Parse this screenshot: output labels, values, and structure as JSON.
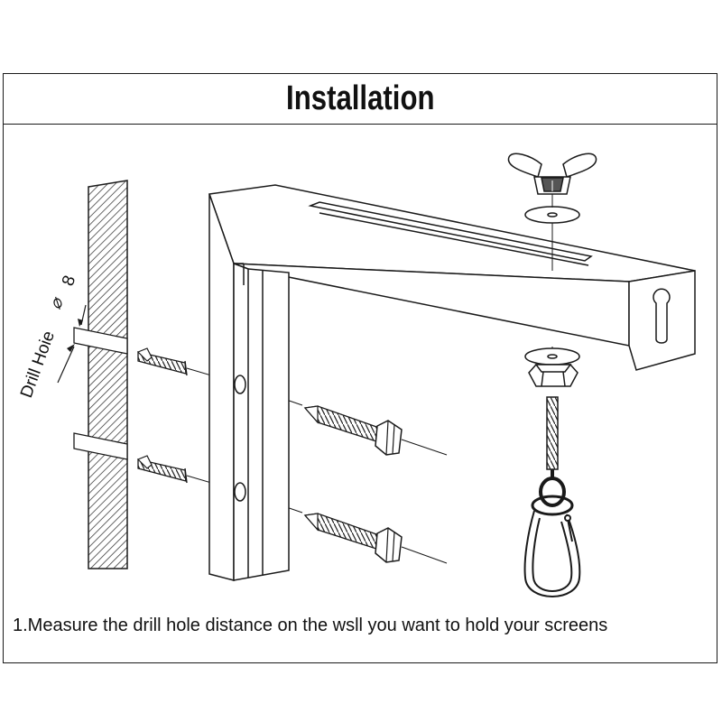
{
  "title": "Installation",
  "drill_label": "Drill Hoie",
  "drill_symbol": "⌀",
  "drill_size": "8",
  "caption": "1.Measure the drill hole distance on the wsll you want to hold your screens",
  "colors": {
    "line": "#1a1a1a",
    "hatch": "#222222",
    "nut_fill": "#555555"
  },
  "icons": [
    "wing-nut-icon",
    "washer-icon",
    "hex-nut-icon",
    "eye-bolt-icon",
    "carabiner-hook-icon",
    "screw-icon",
    "wall-anchor-icon"
  ]
}
